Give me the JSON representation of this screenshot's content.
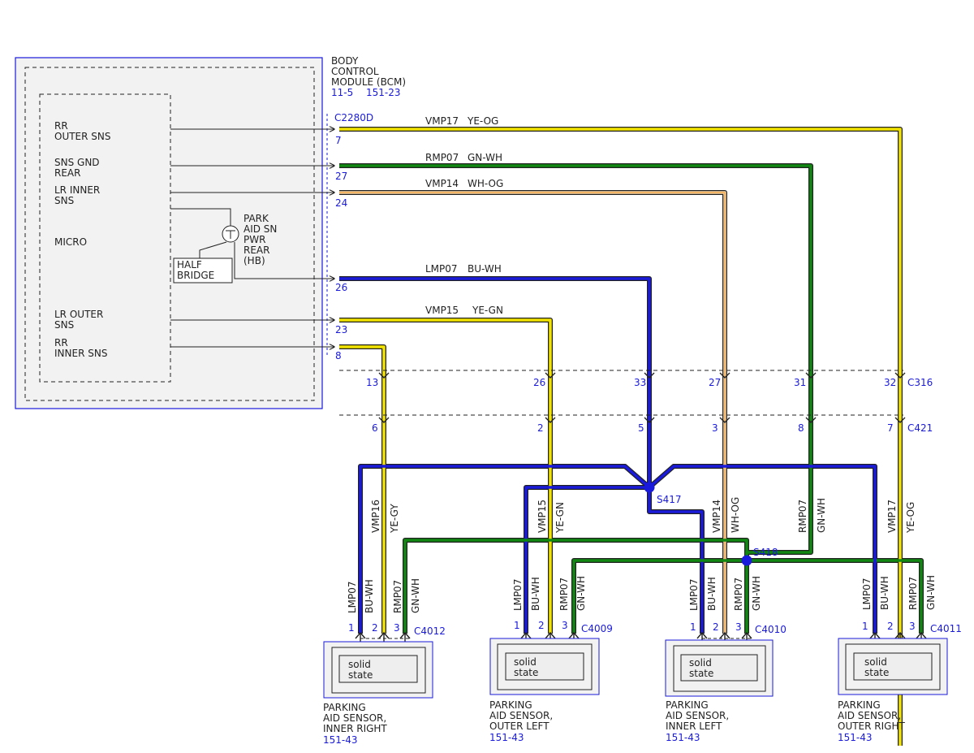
{
  "module": {
    "title": [
      "BODY",
      "CONTROL",
      "MODULE (BCM)"
    ],
    "refs": [
      "11-5",
      "151-23"
    ],
    "connector": "C2280D",
    "inputs": [
      {
        "label": [
          "RR",
          "OUTER SNS"
        ],
        "pin": "7"
      },
      {
        "label": [
          "SNS GND",
          "REAR"
        ],
        "pin": "27"
      },
      {
        "label": [
          "LR INNER",
          "SNS"
        ],
        "pin": "24"
      },
      {
        "label": [
          "PARK",
          "AID SN",
          "PWR",
          "REAR",
          "(HB)"
        ],
        "pin": "26"
      },
      {
        "label": [
          "LR OUTER",
          "SNS"
        ],
        "pin": "23"
      },
      {
        "label": [
          "RR",
          "INNER SNS"
        ],
        "pin": "8"
      }
    ],
    "micro": "MICRO",
    "half_bridge": [
      "HALF",
      "BRIDGE"
    ]
  },
  "wires": [
    {
      "circuit": "VMP17",
      "color_code": "YE-OG"
    },
    {
      "circuit": "RMP07",
      "color_code": "GN-WH"
    },
    {
      "circuit": "VMP14",
      "color_code": "WH-OG"
    },
    {
      "circuit": "LMP07",
      "color_code": "BU-WH"
    },
    {
      "circuit": "VMP15",
      "color_code": "YE-GN"
    }
  ],
  "c316": {
    "name": "C316",
    "pins": [
      "13",
      "26",
      "33",
      "27",
      "31",
      "32"
    ]
  },
  "c421": {
    "name": "C421",
    "pins": [
      "6",
      "2",
      "5",
      "3",
      "8",
      "7"
    ]
  },
  "splices": [
    "S417",
    "S418"
  ],
  "vertical_labels": [
    {
      "circuit": "VMP16",
      "color_code": "YE-GY"
    },
    {
      "circuit": "VMP15",
      "color_code": "YE-GN"
    },
    {
      "circuit": "VMP14",
      "color_code": "WH-OG"
    },
    {
      "circuit": "RMP07",
      "color_code": "GN-WH"
    },
    {
      "circuit": "VMP17",
      "color_code": "YE-OG"
    }
  ],
  "sensors": [
    {
      "connector": "C4012",
      "name": [
        "PARKING",
        "AID SENSOR,",
        "INNER RIGHT"
      ],
      "ref": "151-43",
      "pins": [
        "1",
        "2",
        "3"
      ],
      "wires": [
        "LMP07",
        "BU-WH",
        "RMP07",
        "GN-WH"
      ],
      "body": [
        "solid",
        "state"
      ]
    },
    {
      "connector": "C4009",
      "name": [
        "PARKING",
        "AID SENSOR,",
        "OUTER LEFT"
      ],
      "ref": "151-43",
      "pins": [
        "1",
        "2",
        "3"
      ],
      "wires": [
        "LMP07",
        "BU-WH",
        "RMP07",
        "GN-WH"
      ],
      "body": [
        "solid",
        "state"
      ]
    },
    {
      "connector": "C4010",
      "name": [
        "PARKING",
        "AID SENSOR,",
        "INNER LEFT"
      ],
      "ref": "151-43",
      "pins": [
        "1",
        "2",
        "3"
      ],
      "wires": [
        "LMP07",
        "BU-WH",
        "RMP07",
        "GN-WH"
      ],
      "body": [
        "solid",
        "state"
      ]
    },
    {
      "connector": "C4011",
      "name": [
        "PARKING",
        "AID SENSOR,",
        "OUTER RIGHT"
      ],
      "ref": "151-43",
      "pins": [
        "1",
        "2",
        "3"
      ],
      "wires": [
        "LMP07",
        "BU-WH",
        "RMP07",
        "GN-WH"
      ],
      "body": [
        "solid",
        "state"
      ]
    }
  ],
  "colors": {
    "yellow": "#f2e400",
    "green": "#118811",
    "blue": "#1a1adb",
    "orange": "#f5a33a",
    "label_blue": "#1a1adb"
  }
}
